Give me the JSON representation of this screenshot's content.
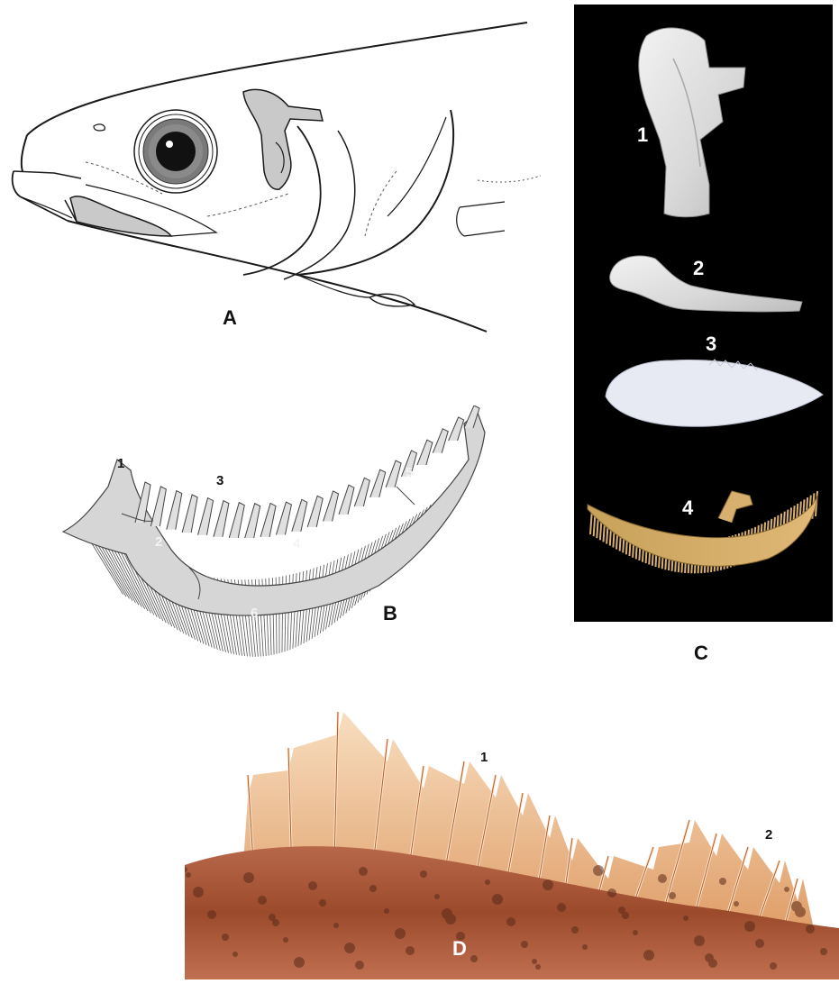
{
  "panels": {
    "A": {
      "letter": "A"
    },
    "B": {
      "letter": "B",
      "parts": [
        "1",
        "2",
        "3",
        "4",
        "5",
        "6"
      ]
    },
    "C": {
      "letter": "C",
      "parts": [
        "1",
        "2",
        "3",
        "4"
      ]
    },
    "D": {
      "letter": "D",
      "parts": [
        "1",
        "2"
      ]
    }
  },
  "colors": {
    "bone_highlight": "#c9c9c9",
    "line": "#1a1a1a",
    "photo_background": "#000000",
    "fin_orange": "#d98a4a",
    "skin_red": "#9c4a2c"
  }
}
